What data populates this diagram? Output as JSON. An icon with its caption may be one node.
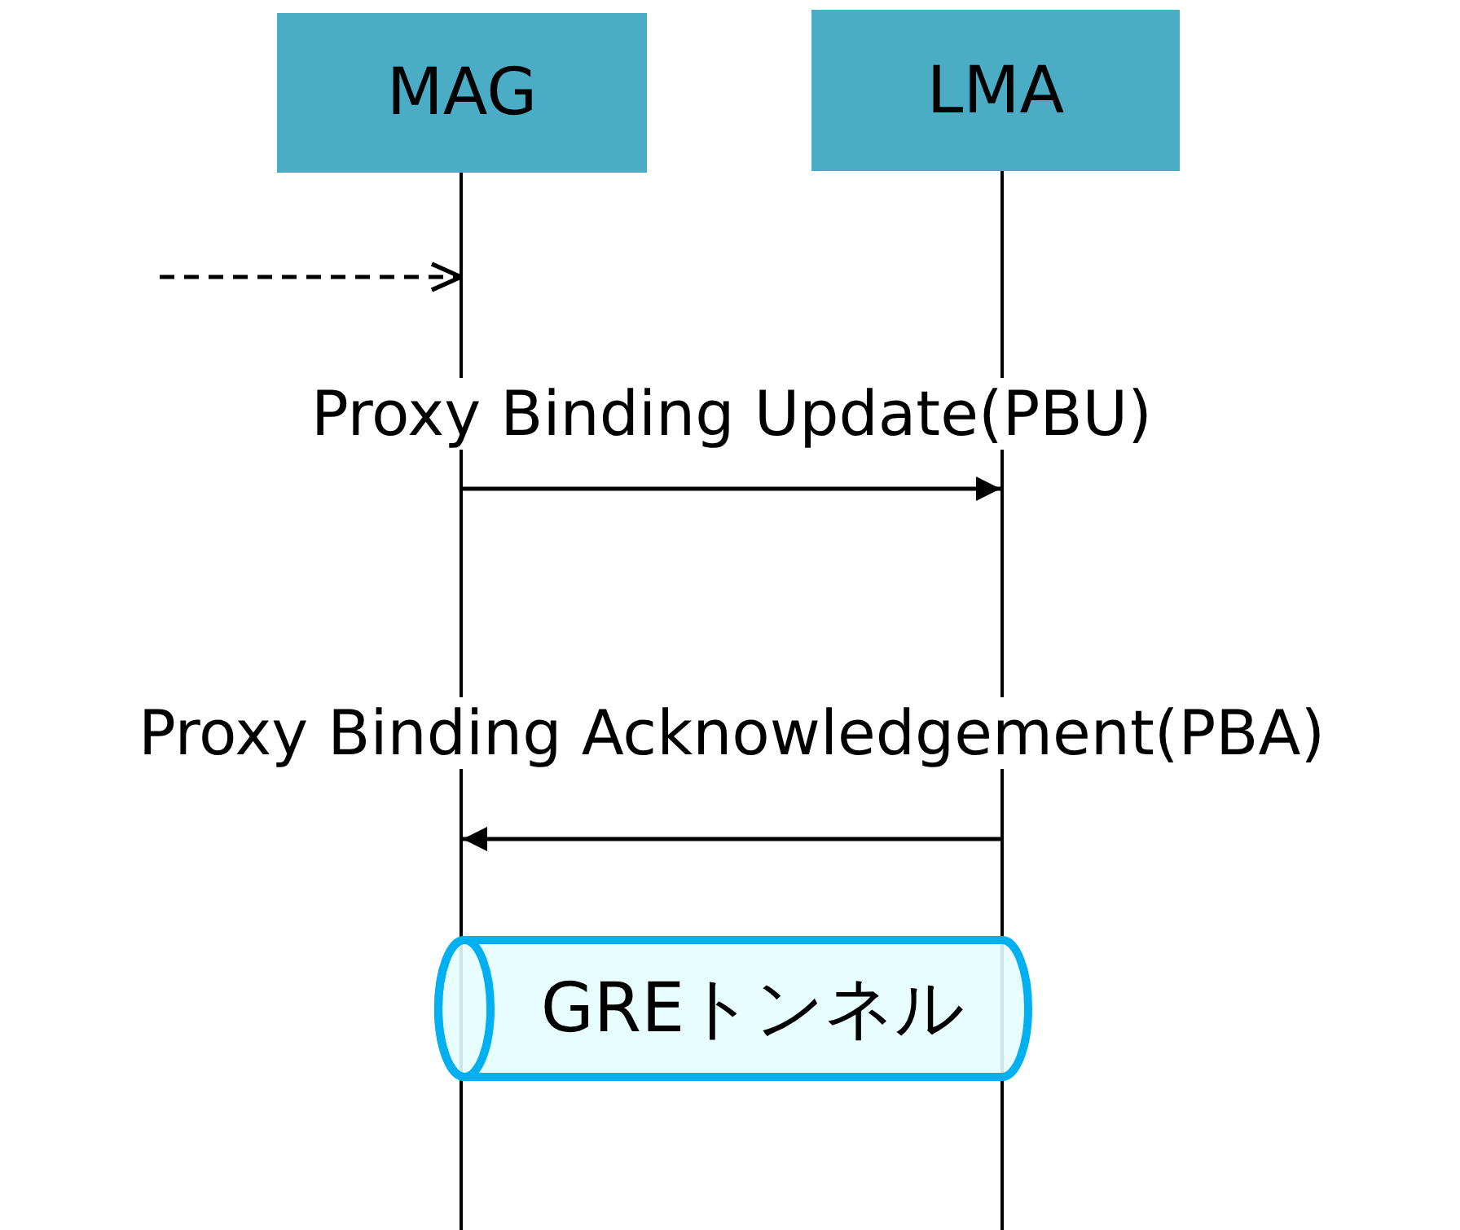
{
  "diagram": {
    "nodes": [
      {
        "text": [
          "MAG"
        ]
      },
      {
        "text": [
          "LMA"
        ]
      },
      {
        "text": [
          "GREトンネル"
        ]
      }
    ],
    "edges": [
      {
        "from": null,
        "to": 0,
        "arrow": "to",
        "style": "dashed"
      },
      {
        "from": 0,
        "to": 1,
        "arrow": "to",
        "label": "Proxy Binding Update(PBU)"
      },
      {
        "from": 1,
        "to": 0,
        "arrow": "to",
        "label": "Proxy Binding Acknowledgement(PBA)"
      }
    ]
  }
}
